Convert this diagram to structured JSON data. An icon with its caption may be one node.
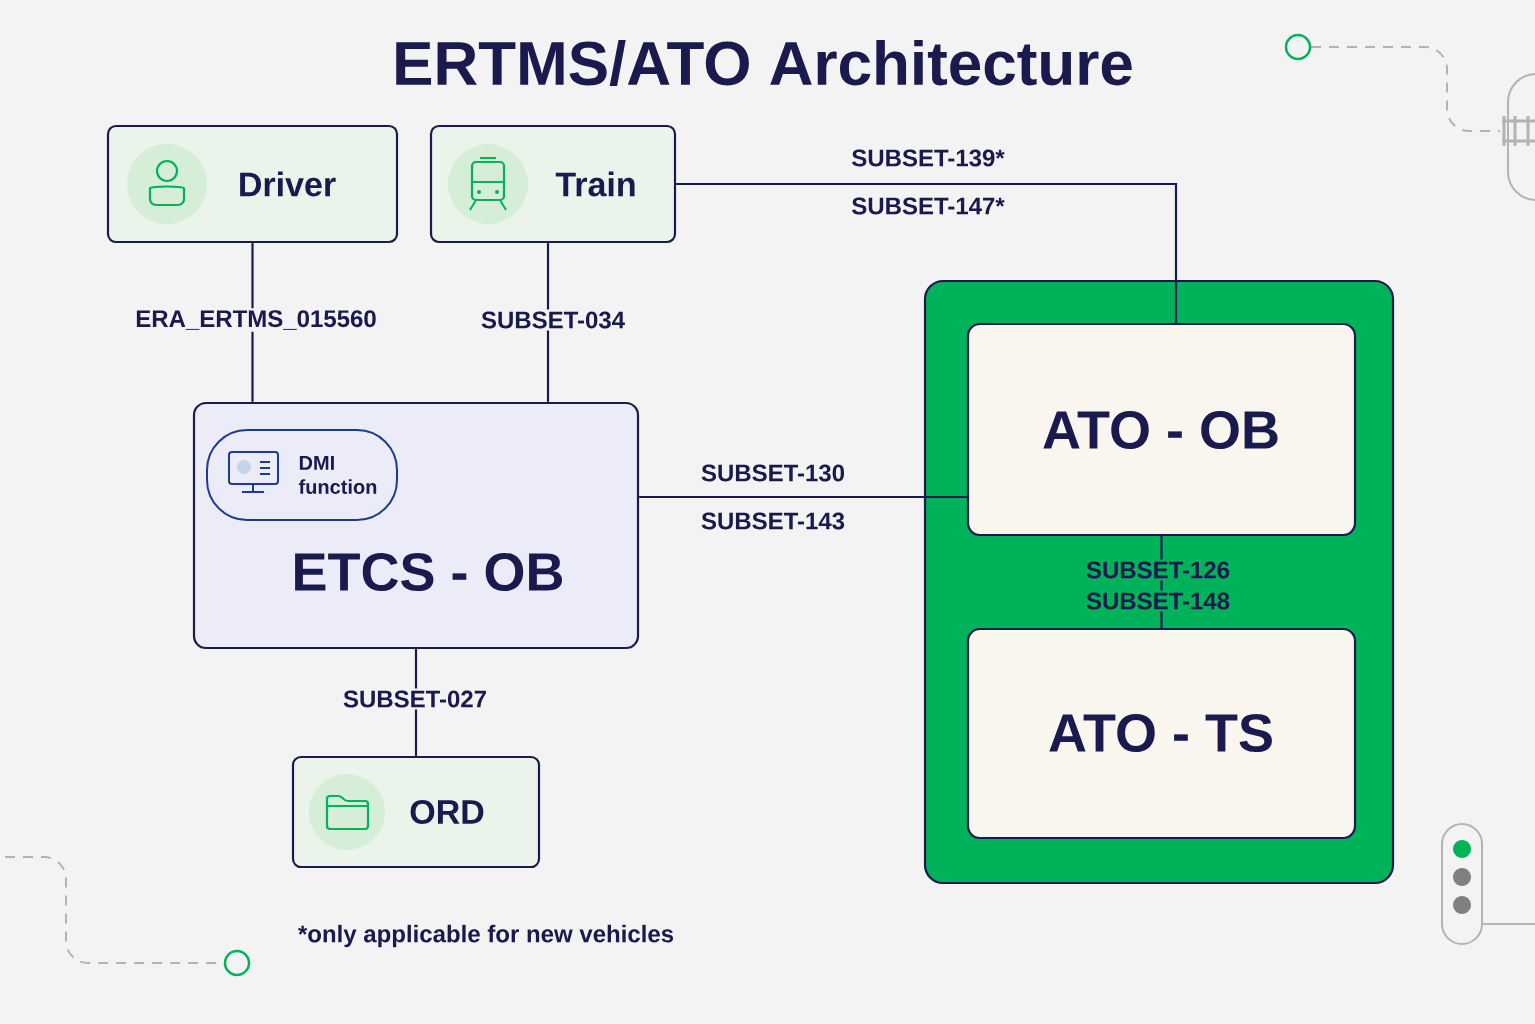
{
  "diagram": {
    "title": "ERTMS/ATO Architecture",
    "nodes": [
      {
        "text": [
          "Driver"
        ]
      },
      {
        "text": [
          "Train"
        ]
      },
      {
        "text": [
          "ETCS - OB"
        ]
      },
      {
        "text": [
          "DMI function"
        ],
        "in": 2
      },
      {
        "text": [
          "ORD"
        ]
      },
      {
        "text": [],
        "shape": "box"
      },
      {
        "text": [
          "ATO - OB"
        ],
        "in": 5
      },
      {
        "text": [
          "ATO - TS"
        ],
        "in": 5
      }
    ],
    "edges": [
      {
        "from": 0,
        "to": 2,
        "arrow": "none",
        "label": "ERA_ERTMS_015560"
      },
      {
        "from": 1,
        "to": 2,
        "arrow": "none",
        "label": "SUBSET-034"
      },
      {
        "from": 1,
        "to": 6,
        "arrow": "none",
        "label": "SUBSET-139*"
      },
      {
        "from": 2,
        "to": 6,
        "arrow": "none",
        "label": "SUBSET-130"
      },
      {
        "from": 6,
        "to": 7,
        "arrow": "none",
        "label": "SUBSET-126"
      },
      {
        "from": 2,
        "to": 4,
        "arrow": "none",
        "label": "SUBSET-027"
      }
    ],
    "labels": [
      "SUBSET-147*",
      "SUBSET-143",
      "SUBSET-148",
      "*only applicable for new vehicles"
    ]
  }
}
